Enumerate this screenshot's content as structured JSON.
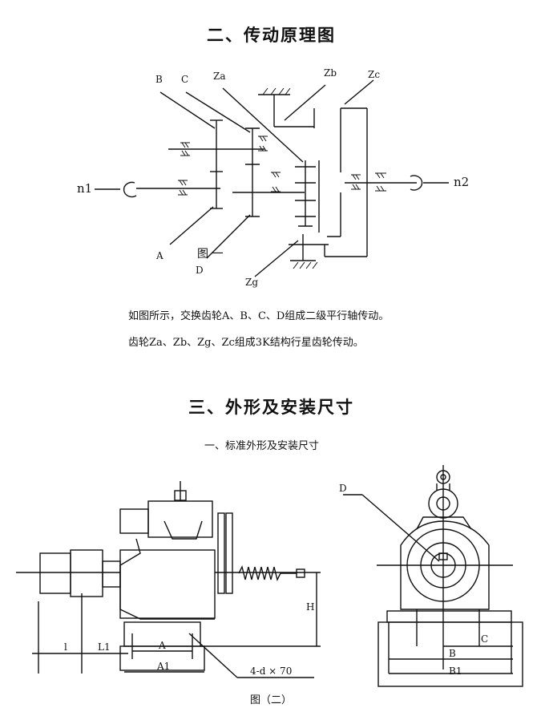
{
  "section2": {
    "title": "二、传动原理图",
    "diagram": {
      "labels": {
        "B": "B",
        "C": "C",
        "Za": "Za",
        "Zb": "Zb",
        "Zc": "Zc",
        "Zg": "Zg",
        "A": "A",
        "D": "D",
        "n1": "n1",
        "n2": "n2",
        "caption": "图 一"
      },
      "paragraph_lines": [
        "如图所示，交换齿轮A、B、C、D组成二级平行轴传动。",
        "齿轮Za、Zb、Zg、Zc组成3K结构行星齿轮传动。"
      ]
    }
  },
  "section3": {
    "title": "三、外形及安装尺寸",
    "subtitle": "一、标准外形及安装尺寸",
    "labels": {
      "D": "D",
      "H": "H",
      "l": "l",
      "L1": "L1",
      "A": "A",
      "A1": "A1",
      "bolts": "4-d × 70",
      "B": "B",
      "B1": "B1",
      "C": "C"
    },
    "caption": "图（二）"
  }
}
